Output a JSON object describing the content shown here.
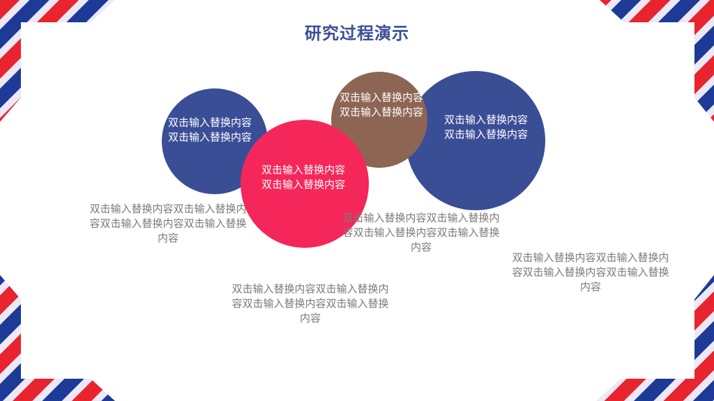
{
  "title": "研究过程演示",
  "colors": {
    "navy": "#3a4e96",
    "crimson": "#f5275a",
    "brown": "#8c6553",
    "stripe_red": "#e8242f",
    "stripe_blue": "#1d3a96",
    "stripe_light": "#ece8f6"
  },
  "circles": [
    {
      "text": "双击输入替换内容双击输入替换内容"
    },
    {
      "text": "双击输入替换内容双击输入替换内容"
    },
    {
      "text": "双击输入替换内容双击输入替换内容"
    },
    {
      "text": "双击输入替换内容双击输入替换内容"
    }
  ],
  "descriptions": [
    {
      "text": "双击输入替换内容双击输入替换内容双击输入替换内容双击输入替换内容"
    },
    {
      "text": "双击输入替换内容双击输入替换内容双击输入替换内容双击输入替换内容"
    },
    {
      "text": "双击输入替换内容双击输入替换内容双击输入替换内容双击输入替换内容"
    },
    {
      "text": "双击输入替换内容双击输入替换内容双击输入替换内容双击输入替换内容"
    }
  ]
}
